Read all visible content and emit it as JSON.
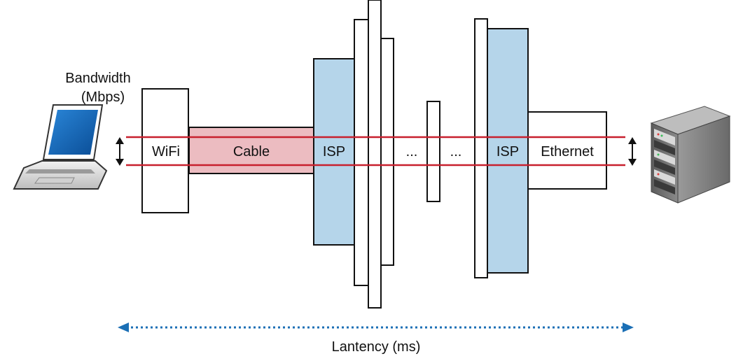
{
  "bandwidth_label": {
    "line1": "Bandwidth",
    "line2": "(Mbps)"
  },
  "segments": {
    "wifi": "WiFi",
    "cable": "Cable",
    "isp_left": "ISP",
    "ellipsis_left": "...",
    "ellipsis_right": "...",
    "isp_right": "ISP",
    "ethernet": "Ethernet"
  },
  "latency_label": "Lantency (ms)",
  "colors": {
    "pipe_line": "#c8202e",
    "cable_fill": "#ecbcc1",
    "isp_fill": "#b5d5ea",
    "latency_arrow": "#1b6fb5",
    "laptop_screen": "#0b63b5",
    "server_body": "#7a7a7a"
  },
  "icons": {
    "client": "laptop-icon",
    "server": "server-icon",
    "bandwidth_arrow": "double-arrow-vertical-icon",
    "latency_arrow": "double-arrow-horizontal-icon"
  }
}
